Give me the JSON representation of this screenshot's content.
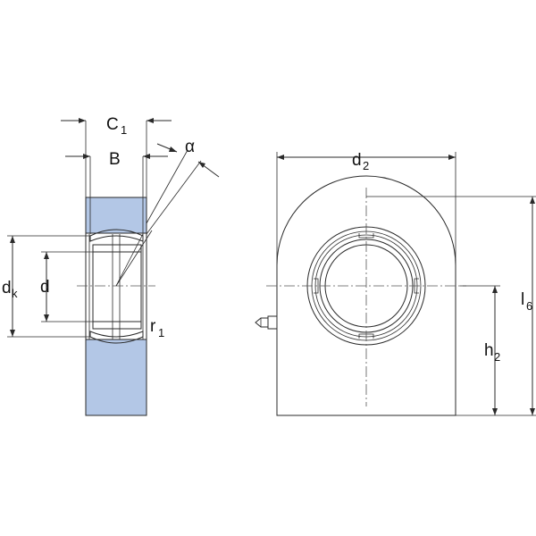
{
  "colors": {
    "section_fill": "#b3c7e6",
    "line": "#2a2a2a",
    "background": "#ffffff"
  },
  "labels": {
    "C": "C",
    "C_sub": "1",
    "B": "B",
    "alpha": "α",
    "dk": "d",
    "dk_sub": "k",
    "d": "d",
    "r": "r",
    "r_sub": "1",
    "d2": "d",
    "d2_sub": "2",
    "h2": "h",
    "h2_sub": "2",
    "l6": "l",
    "l6_sub": "6"
  }
}
